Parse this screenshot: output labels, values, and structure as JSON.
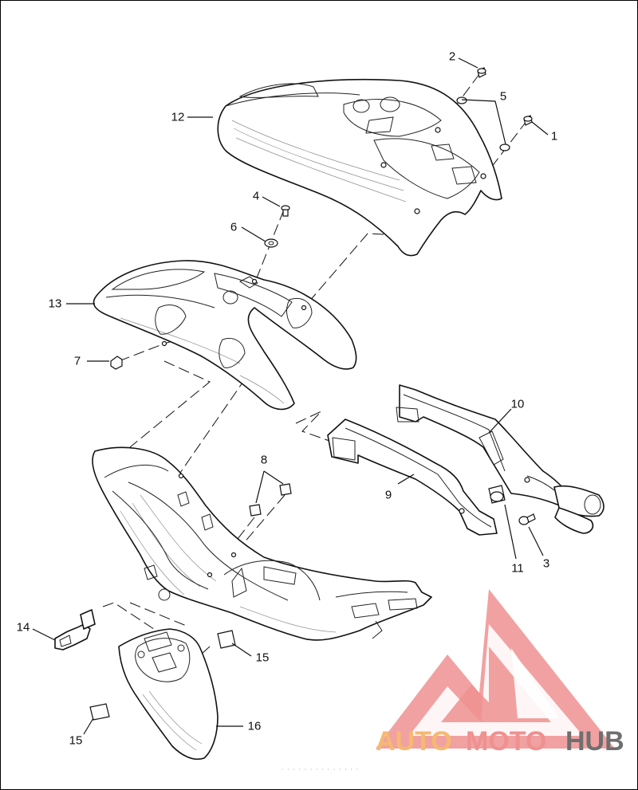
{
  "callouts": [
    {
      "id": "c1",
      "label": "1"
    },
    {
      "id": "c2",
      "label": "2"
    },
    {
      "id": "c3",
      "label": "3"
    },
    {
      "id": "c4",
      "label": "4"
    },
    {
      "id": "c5",
      "label": "5"
    },
    {
      "id": "c6",
      "label": "6"
    },
    {
      "id": "c7",
      "label": "7"
    },
    {
      "id": "c8",
      "label": "8"
    },
    {
      "id": "c9",
      "label": "9"
    },
    {
      "id": "c10",
      "label": "10"
    },
    {
      "id": "c11",
      "label": "11"
    },
    {
      "id": "c12",
      "label": "12"
    },
    {
      "id": "c13",
      "label": "13"
    },
    {
      "id": "c14",
      "label": "14"
    },
    {
      "id": "c15a",
      "label": "15"
    },
    {
      "id": "c15b",
      "label": "15"
    },
    {
      "id": "c16",
      "label": "16"
    }
  ],
  "watermark": {
    "part1": "AUTO",
    "part2": "MOTO",
    "part3": "HUB",
    "colors": {
      "orange": "#f5b971",
      "red": "#ee9190",
      "gray": "#6f6f6f"
    }
  },
  "footer_code": "· · · ·   · · · ·  · · · · · ·"
}
